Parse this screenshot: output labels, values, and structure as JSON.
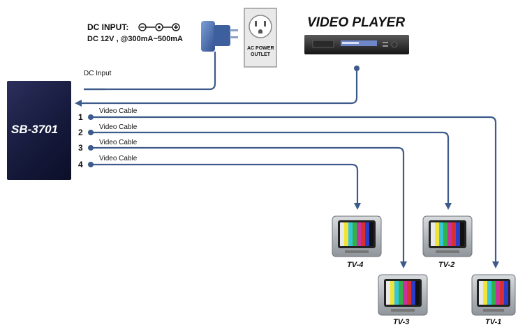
{
  "power": {
    "dc_input_title": "DC INPUT:",
    "dc_spec": "DC 12V , @300mA~500mA",
    "outlet_label_line1": "AC POWER",
    "outlet_label_line2": "OUTLET",
    "dc_input_label": "DC Input"
  },
  "player": {
    "title": "VIDEO PLAYER"
  },
  "device": {
    "model": "SB-3701"
  },
  "ports": [
    {
      "number": "1",
      "cable_label": "Video Cable",
      "tv": "TV-1"
    },
    {
      "number": "2",
      "cable_label": "Video Cable",
      "tv": "TV-2"
    },
    {
      "number": "3",
      "cable_label": "Video Cable",
      "tv": "TV-3"
    },
    {
      "number": "4",
      "cable_label": "Video Cable",
      "tv": "TV-4"
    }
  ],
  "tvs": {
    "tv1": "TV-1",
    "tv2": "TV-2",
    "tv3": "TV-3",
    "tv4": "TV-4"
  },
  "colors": {
    "cable": "#3c5a8a",
    "device": "#1e2248",
    "tv_body": "#b9bdc2"
  }
}
